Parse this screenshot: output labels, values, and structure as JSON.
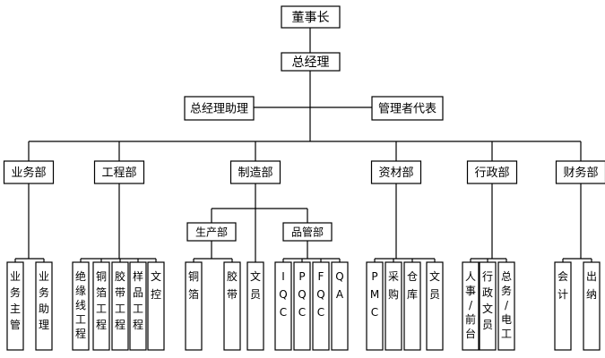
{
  "org_chart": {
    "root": "董事长",
    "general_manager": "总经理",
    "assistant": "总经理助理",
    "representative": "管理者代表",
    "departments": [
      {
        "name": "业务部",
        "units": [
          "业务主管",
          "业务助理"
        ]
      },
      {
        "name": "工程部",
        "units": [
          "绝缘线工程",
          "铜箔工程",
          "胶带工程",
          "样品工程",
          "文控"
        ]
      },
      {
        "name": "制造部",
        "groups": [
          {
            "name": "生产部",
            "units": [
              "铜箔",
              "胶带"
            ]
          },
          {
            "name": "文员",
            "units": []
          },
          {
            "name": "品管部",
            "units": [
              "IQC",
              "PQC",
              "FQC",
              "QA"
            ]
          }
        ]
      },
      {
        "name": "资材部",
        "units": [
          "PMC",
          "采购",
          "仓库",
          "文员"
        ]
      },
      {
        "name": "行政部",
        "units": [
          "人事/前台",
          "行政文员",
          "总务/电工"
        ]
      },
      {
        "name": "财务部",
        "units": [
          "会计",
          "出纳"
        ]
      }
    ]
  }
}
